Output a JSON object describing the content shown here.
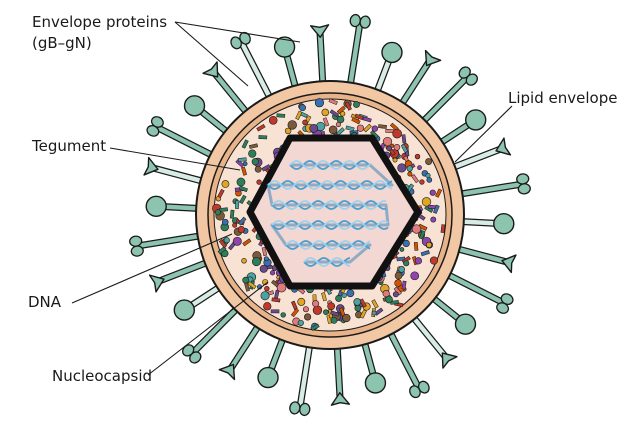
{
  "labels": {
    "envelope_proteins_line1": "Envelope proteins",
    "envelope_proteins_line2": "(gB–gN)",
    "lipid_envelope": "Lipid envelope",
    "tegument": "Tegument",
    "dna": "DNA",
    "nucleocapsid": "Nucleocapsid"
  },
  "colors": {
    "outline": "#1a1a1a",
    "envelope_outer": "#f1c7a4",
    "envelope_inner": "#e9b38a",
    "tegument_bg": "#f7e2d3",
    "capsid_fill": "#f3d7d2",
    "dna": "#4b9fd0",
    "spike": "#8cc4b0",
    "spike_light": "#d6ece5"
  }
}
